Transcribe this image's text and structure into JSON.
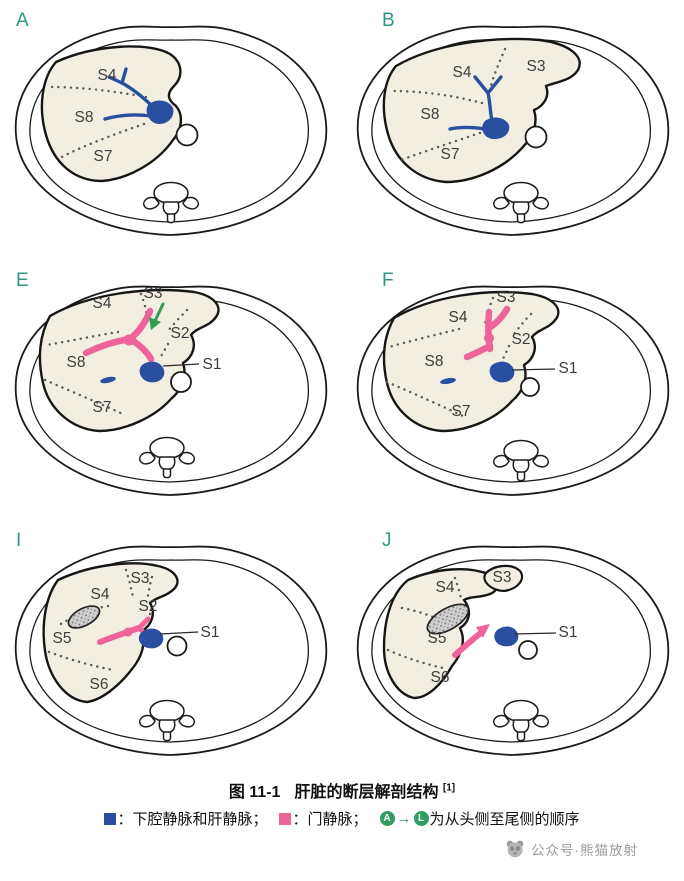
{
  "panels": [
    {
      "letter": "A",
      "segments": {
        "s4": "S4",
        "s8": "S8",
        "s7": "S7"
      }
    },
    {
      "letter": "B",
      "segments": {
        "s4": "S4",
        "s3": "S3",
        "s8": "S8",
        "s7": "S7"
      }
    },
    {
      "letter": "E",
      "segments": {
        "s4": "S4",
        "s3": "S3",
        "s2": "S2",
        "s8": "S8",
        "s7": "S7",
        "s1": "S1"
      }
    },
    {
      "letter": "F",
      "segments": {
        "s3": "S3",
        "s4": "S4",
        "s2": "S2",
        "s8": "S8",
        "s7": "S7",
        "s1": "S1"
      }
    },
    {
      "letter": "I",
      "segments": {
        "s3": "S3",
        "s2": "S2",
        "s4": "S4",
        "s5": "S5",
        "s6": "S6",
        "s1": "S1"
      }
    },
    {
      "letter": "J",
      "segments": {
        "s4": "S4",
        "s3": "S3",
        "s5": "S5",
        "s6": "S6",
        "s1": "S1"
      }
    }
  ],
  "caption": {
    "figure_no": "图 11-1",
    "title": "肝脏的断层解剖结构",
    "ref": "[1]"
  },
  "legend": {
    "ivc_label": "：下腔静脉和肝静脉；",
    "portal_label": "：门静脉；",
    "range_start": "A",
    "range_arrow": "→",
    "range_end": "L",
    "range_text": "为从头侧至尾侧的顺序"
  },
  "watermark": {
    "text": "公众号·熊猫放射"
  },
  "colors": {
    "ivc_blue": "#2b4fa0",
    "portal_pink": "#ef639b",
    "arrow_green": "#2f9e4f",
    "panel_letter_teal": "#2e9786",
    "badge_green": "#2f9e5f",
    "liver_fill": "#f2eee1"
  }
}
